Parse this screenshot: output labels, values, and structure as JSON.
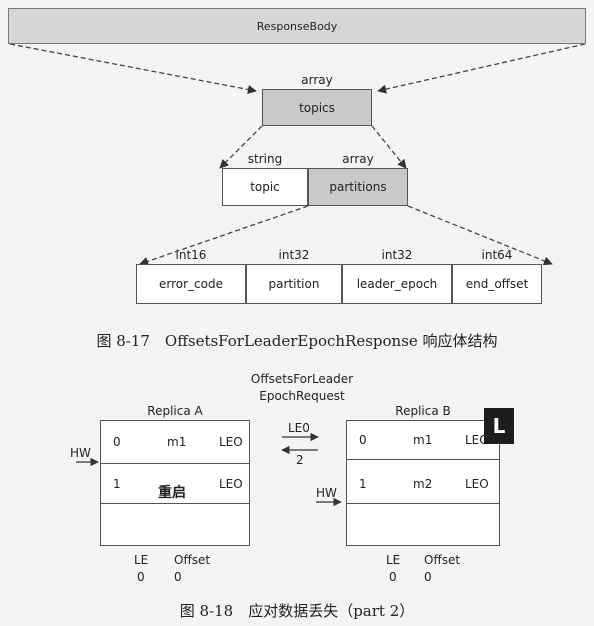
{
  "fig17": {
    "response_body": "ResponseBody",
    "topics": {
      "type": "array",
      "label": "topics"
    },
    "topic": {
      "type": "string",
      "label": "topic"
    },
    "partitions": {
      "type": "array",
      "label": "partitions"
    },
    "fields": [
      {
        "type": "int16",
        "label": "error_code"
      },
      {
        "type": "int32",
        "label": "partition"
      },
      {
        "type": "int32",
        "label": "leader_epoch"
      },
      {
        "type": "int64",
        "label": "end_offset"
      }
    ],
    "caption": "图 8-17　OffsetsForLeaderEpochResponse 响应体结构"
  },
  "fig18": {
    "request_line1": "OffsetsForLeader",
    "request_line2": "EpochRequest",
    "replica_a": {
      "title": "Replica A",
      "rows": [
        {
          "offset": "0",
          "msg": "m1",
          "leo": "LEO"
        },
        {
          "offset": "1",
          "msg": "",
          "leo": "LEO"
        }
      ],
      "hw": "HW",
      "restart": "重启",
      "le_label": "LE",
      "offset_label": "Offset",
      "le_value": "0",
      "offset_value": "0"
    },
    "replica_b": {
      "title": "Replica B",
      "leader_badge": "L",
      "rows": [
        {
          "offset": "0",
          "msg": "m1",
          "leo": "LEO"
        },
        {
          "offset": "1",
          "msg": "m2",
          "leo": "LEO"
        }
      ],
      "hw": "HW",
      "le_label": "LE",
      "offset_label": "Offset",
      "le_value": "0",
      "offset_value": "0"
    },
    "arrow_right_label": "LE0",
    "arrow_left_label": "2",
    "caption": "图 8-18　应对数据丢失（part 2）"
  }
}
